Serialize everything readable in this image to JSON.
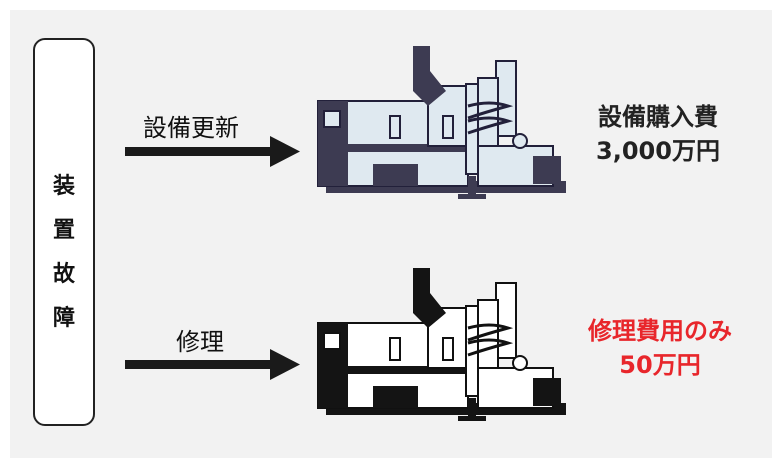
{
  "cause": {
    "chars": [
      "装",
      "置",
      "故",
      "障"
    ]
  },
  "routes": [
    {
      "label": "設備更新",
      "result_line1": "設備購入費",
      "result_line2": "3,000万円",
      "result_color": "#222222"
    },
    {
      "label": "修理",
      "result_line1": "修理費用のみ",
      "result_line2": "50万円",
      "result_color": "#e8262b"
    }
  ],
  "colors": {
    "panel": "#f2f2f2",
    "machine_new_body": "#dfe9f0",
    "machine_new_dark": "#3d3b52",
    "machine_repair_body": "#ffffff",
    "machine_repair_dark": "#141414",
    "highlight_red": "#e8262b"
  }
}
